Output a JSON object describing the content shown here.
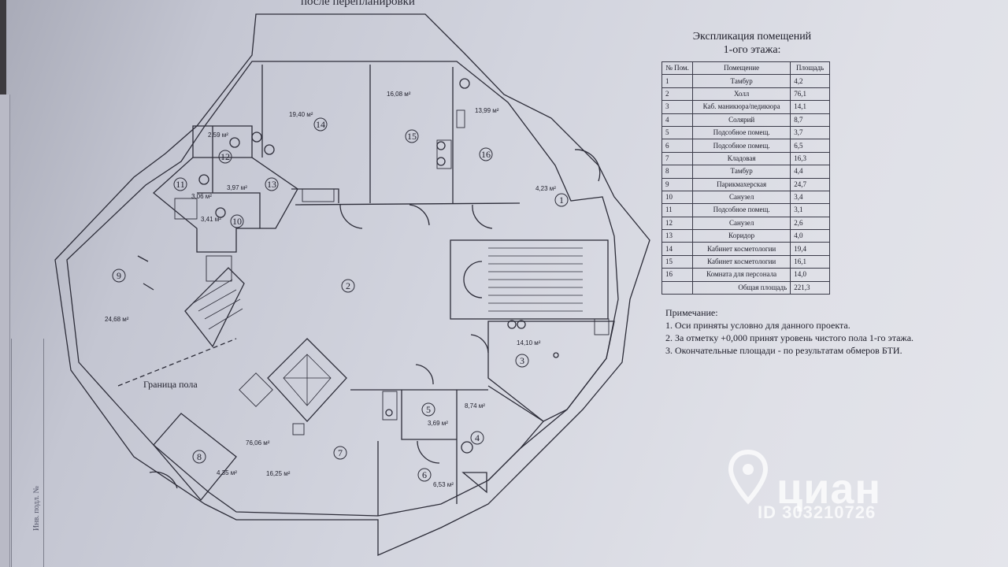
{
  "plan": {
    "title": "после перепланировки",
    "floor_boundary_label": "Граница пола",
    "rooms": [
      {
        "num": "1",
        "area": "4,23 м²"
      },
      {
        "num": "2",
        "area": ""
      },
      {
        "num": "3",
        "area": "14,10 м²"
      },
      {
        "num": "4",
        "area": "8,74 м²"
      },
      {
        "num": "5",
        "area": "3,69 м²"
      },
      {
        "num": "6",
        "area": "6,53 м²"
      },
      {
        "num": "7",
        "area": "16,25 м²"
      },
      {
        "num": "8",
        "area": "4,35 м²"
      },
      {
        "num": "9",
        "area": "24,68 м²"
      },
      {
        "num": "10",
        "area": "3,41 м²"
      },
      {
        "num": "11",
        "area": "3,06 м²"
      },
      {
        "num": "12",
        "area": "2,59 м²"
      },
      {
        "num": "13",
        "area": "3,97 м²"
      },
      {
        "num": "14",
        "area": "19,40 м²"
      },
      {
        "num": "15",
        "area": "16,08 м²"
      },
      {
        "num": "16",
        "area": "13,99 м²"
      }
    ],
    "hall_area": "76,06 м²"
  },
  "explication": {
    "title_line1": "Экспликация помещений",
    "title_line2": "1-ого этажа:",
    "headers": [
      "№ Пом.",
      "Помещение",
      "Площадь"
    ],
    "rows": [
      [
        "1",
        "Тамбур",
        "4,2"
      ],
      [
        "2",
        "Холл",
        "76,1"
      ],
      [
        "3",
        "Каб. маникюра/педикюра",
        "14,1"
      ],
      [
        "4",
        "Солярий",
        "8,7"
      ],
      [
        "5",
        "Подсобное помещ.",
        "3,7"
      ],
      [
        "6",
        "Подсобное помещ.",
        "6,5"
      ],
      [
        "7",
        "Кладовая",
        "16,3"
      ],
      [
        "8",
        "Тамбур",
        "4,4"
      ],
      [
        "9",
        "Парикмахерская",
        "24,7"
      ],
      [
        "10",
        "Санузел",
        "3,4"
      ],
      [
        "11",
        "Подсобное помещ.",
        "3,1"
      ],
      [
        "12",
        "Санузел",
        "2,6"
      ],
      [
        "13",
        "Коридор",
        "4,0"
      ],
      [
        "14",
        "Кабинет косметологии",
        "19,4"
      ],
      [
        "15",
        "Кабинет косметологии",
        "16,1"
      ],
      [
        "16",
        "Комната для персонала",
        "14,0"
      ]
    ],
    "total_label": "Общая площадь",
    "total_value": "221,3"
  },
  "notes": {
    "heading": "Примечание:",
    "items": [
      "1. Оси приняты условно для данного проекта.",
      "2. За отметку +0,000 принят уровень чистого пола 1-го этажа.",
      "3. Окончательные площади - по результатам обмеров БТИ."
    ]
  },
  "watermark": {
    "brand": "циан",
    "id": "ID 303210726"
  },
  "margin_stamp": "Инв. подл. №"
}
